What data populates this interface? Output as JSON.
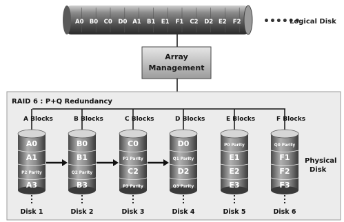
{
  "logical_disk": {
    "blocks": [
      "A0",
      "B0",
      "C0",
      "D0",
      "A1",
      "B1",
      "E1",
      "F1",
      "C2",
      "D2",
      "E2",
      "F2"
    ],
    "dots": "••••••",
    "label": "Logical Disk"
  },
  "array_management": {
    "line1": "Array",
    "line2": "Management"
  },
  "raid": {
    "title": "RAID 6 : P+Q Redundancy",
    "physical_label_1": "Physical",
    "physical_label_2": "Disk",
    "disks": [
      {
        "header": "A Blocks",
        "cells": [
          "A0",
          "A1",
          "P2 Parity",
          "A3"
        ],
        "name": "Disk 1"
      },
      {
        "header": "B Blocks",
        "cells": [
          "B0",
          "B1",
          "Q2 Parity",
          "B3"
        ],
        "name": "Disk 2"
      },
      {
        "header": "C Blocks",
        "cells": [
          "C0",
          "P1 Parity",
          "C2",
          "P3 Parity"
        ],
        "name": "Disk 3"
      },
      {
        "header": "D Blocks",
        "cells": [
          "D0",
          "Q1 Parity",
          "D2",
          "Q3 Parity"
        ],
        "name": "Disk 4"
      },
      {
        "header": "E Blocks",
        "cells": [
          "P0 Parity",
          "E1",
          "E2",
          "E3"
        ],
        "name": "Disk 5"
      },
      {
        "header": "F Blocks",
        "cells": [
          "Q0 Parity",
          "F1",
          "F2",
          "F3"
        ],
        "name": "Disk 6"
      }
    ]
  },
  "colors": {
    "drum_dark": "#3c3c3c",
    "drum_mid": "#7a7a7a",
    "drum_light": "#c4c4c4",
    "box_bg": "#ececec",
    "box_border": "#9a9a9a",
    "arrow": "#111111"
  }
}
